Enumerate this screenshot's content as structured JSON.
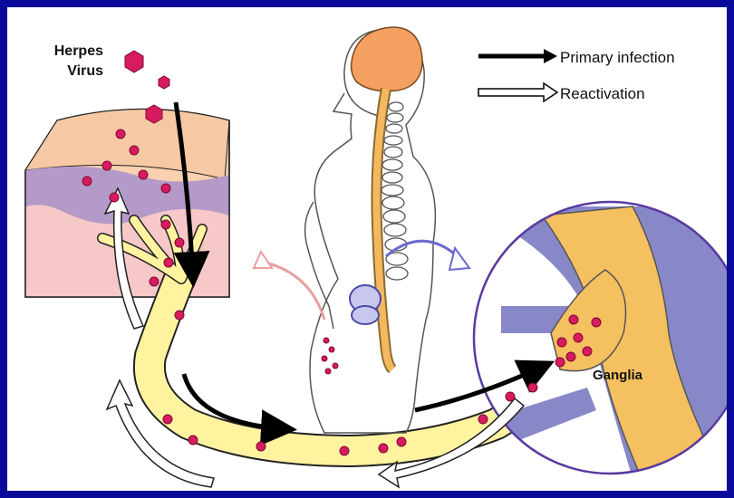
{
  "labels": {
    "herpes_line1": "Herpes",
    "herpes_line2": "Virus",
    "primary_infection": "Primary infection",
    "reactivation": "Reactivation",
    "ganglia": "Ganglia"
  },
  "colors": {
    "frame": "#0a0a9a",
    "virus": "#d81b60",
    "nerve": "#fff3a0",
    "brain": "#f4a060",
    "spine_cord": "#f4b860",
    "skin_pink": "#f7c8c8",
    "skin_purple": "#b49ac8",
    "ganglia_purple": "#8888c8"
  }
}
